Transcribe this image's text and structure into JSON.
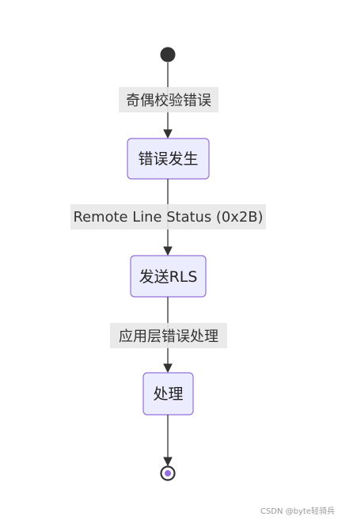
{
  "diagram": {
    "type": "state",
    "colors": {
      "state_fill": "#ececff",
      "state_border": "#9370db",
      "line": "#333333",
      "label_background": "#e8e8e8",
      "end_inner": "#9370db"
    },
    "states": [
      {
        "id": "error_occurs",
        "label": "错误发生"
      },
      {
        "id": "send_rls",
        "label": "发送RLS"
      },
      {
        "id": "handle",
        "label": "处理"
      }
    ],
    "transitions": [
      {
        "from": "start",
        "to": "error_occurs",
        "label": "奇偶校验错误"
      },
      {
        "from": "error_occurs",
        "to": "send_rls",
        "label": "Remote Line Status (0x2B)"
      },
      {
        "from": "send_rls",
        "to": "handle",
        "label": "应用层错误处理"
      },
      {
        "from": "handle",
        "to": "end",
        "label": ""
      }
    ]
  },
  "watermark": "CSDN @byte轻骑兵"
}
